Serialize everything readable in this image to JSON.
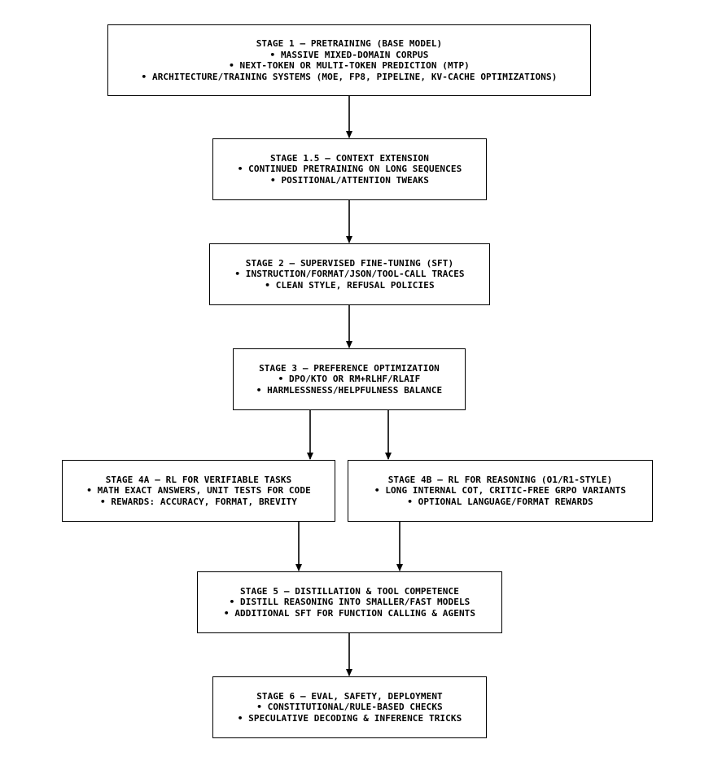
{
  "stages": [
    {
      "id": "stage-1",
      "title": "STAGE 1 — PRETRAINING (BASE MODEL)",
      "bullets": [
        "• MASSIVE MIXED-DOMAIN CORPUS",
        "• NEXT-TOKEN OR MULTI-TOKEN PREDICTION (MTP)",
        "• ARCHITECTURE/TRAINING SYSTEMS (MOE, FP8, PIPELINE, KV-CACHE OPTIMIZATIONS)"
      ]
    },
    {
      "id": "stage-1-5",
      "title": "STAGE 1.5 — CONTEXT EXTENSION",
      "bullets": [
        "• CONTINUED PRETRAINING ON LONG SEQUENCES",
        "• POSITIONAL/ATTENTION TWEAKS"
      ]
    },
    {
      "id": "stage-2",
      "title": "STAGE 2 — SUPERVISED FINE-TUNING (SFT)",
      "bullets": [
        "• INSTRUCTION/FORMAT/JSON/TOOL-CALL TRACES",
        "• CLEAN STYLE, REFUSAL POLICIES"
      ]
    },
    {
      "id": "stage-3",
      "title": "STAGE 3 — PREFERENCE OPTIMIZATION",
      "bullets": [
        "• DPO/KTO OR RM+RLHF/RLAIF",
        "• HARMLESSNESS/HELPFULNESS BALANCE"
      ]
    },
    {
      "id": "stage-4a",
      "title": "STAGE 4A — RL FOR VERIFIABLE TASKS",
      "bullets": [
        "• MATH EXACT ANSWERS, UNIT TESTS FOR CODE",
        "• REWARDS: ACCURACY, FORMAT, BREVITY"
      ]
    },
    {
      "id": "stage-4b",
      "title": "STAGE 4B — RL FOR REASONING (O1/R1-STYLE)",
      "bullets": [
        "• LONG INTERNAL COT, CRITIC-FREE GRPO VARIANTS",
        "• OPTIONAL LANGUAGE/FORMAT REWARDS"
      ]
    },
    {
      "id": "stage-5",
      "title": "STAGE 5 — DISTILLATION & TOOL COMPETENCE",
      "bullets": [
        "• DISTILL REASONING INTO SMALLER/FAST MODELS",
        "• ADDITIONAL SFT FOR FUNCTION CALLING & AGENTS"
      ]
    },
    {
      "id": "stage-6",
      "title": "STAGE 6 — EVAL, SAFETY, DEPLOYMENT",
      "bullets": [
        "• CONSTITUTIONAL/RULE-BASED CHECKS",
        "• SPECULATIVE DECODING & INFERENCE TRICKS"
      ]
    }
  ],
  "edges": [
    {
      "from": "stage-1",
      "to": "stage-1-5"
    },
    {
      "from": "stage-1-5",
      "to": "stage-2"
    },
    {
      "from": "stage-2",
      "to": "stage-3"
    },
    {
      "from": "stage-3",
      "to": "stage-4a"
    },
    {
      "from": "stage-3",
      "to": "stage-4b"
    },
    {
      "from": "stage-4a",
      "to": "stage-5"
    },
    {
      "from": "stage-4b",
      "to": "stage-5"
    },
    {
      "from": "stage-5",
      "to": "stage-6"
    }
  ],
  "colors": {
    "stroke": "#000000",
    "fill": "#ffffff",
    "text": "#000000"
  }
}
